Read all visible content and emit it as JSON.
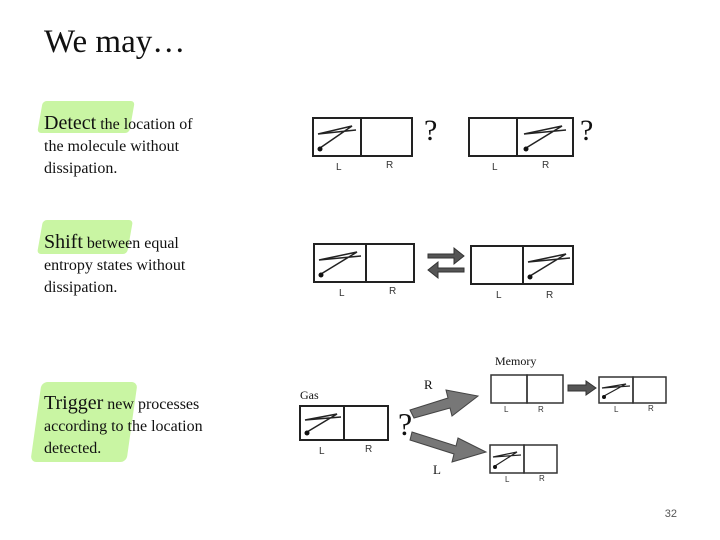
{
  "slide": {
    "title": "We may…",
    "page_number": "32"
  },
  "section1": {
    "lead": "Detect",
    "line1": " the location of",
    "line2": "the molecule without",
    "line3": "dissipation.",
    "question1": "?",
    "question2": "?"
  },
  "section2": {
    "lead": "Shift",
    "line1": " between equal",
    "line2": "entropy states without",
    "line3": "dissipation."
  },
  "section3": {
    "lead": "Trigger",
    "line1": " new processes",
    "line2": "according to the location",
    "line3": "detected.",
    "gas_label": "Gas",
    "memory_label": "Memory",
    "branch_r": "R",
    "branch_l": "L",
    "question": "?"
  },
  "box_labels": {
    "left": "L",
    "right": "R"
  }
}
